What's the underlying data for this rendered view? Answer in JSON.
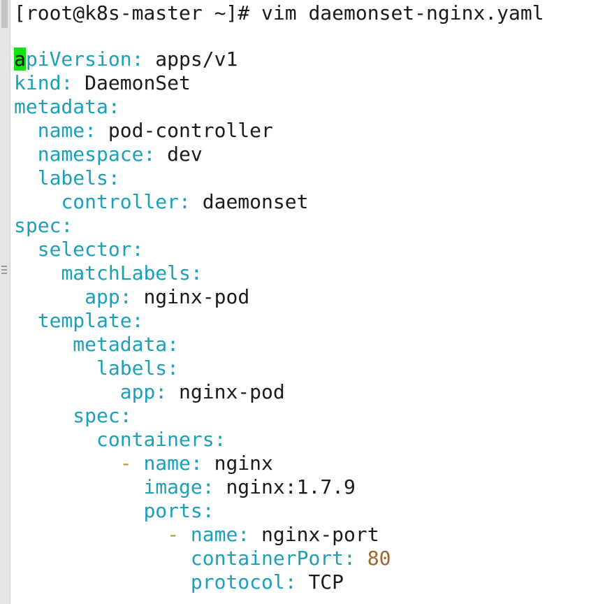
{
  "terminal": {
    "prompt": "[root@k8s-master ~]# ",
    "command": "vim daemonset-nginx.yaml"
  },
  "editor": {
    "cursor_char": "a",
    "lines": [
      {
        "indent": "",
        "dash": "",
        "key": "piVersion",
        "value": "apps/v1",
        "first": true
      },
      {
        "indent": "",
        "dash": "",
        "key": "kind",
        "value": "DaemonSet"
      },
      {
        "indent": "",
        "dash": "",
        "key": "metadata",
        "value": ""
      },
      {
        "indent": "  ",
        "dash": "",
        "key": "name",
        "value": "pod-controller"
      },
      {
        "indent": "  ",
        "dash": "",
        "key": "namespace",
        "value": "dev"
      },
      {
        "indent": "  ",
        "dash": "",
        "key": "labels",
        "value": ""
      },
      {
        "indent": "    ",
        "dash": "",
        "key": "controller",
        "value": "daemonset"
      },
      {
        "indent": "",
        "dash": "",
        "key": "spec",
        "value": ""
      },
      {
        "indent": "  ",
        "dash": "",
        "key": "selector",
        "value": ""
      },
      {
        "indent": "    ",
        "dash": "",
        "key": "matchLabels",
        "value": ""
      },
      {
        "indent": "      ",
        "dash": "",
        "key": "app",
        "value": "nginx-pod"
      },
      {
        "indent": "  ",
        "dash": "",
        "key": "template",
        "value": ""
      },
      {
        "indent": "     ",
        "dash": "",
        "key": "metadata",
        "value": ""
      },
      {
        "indent": "       ",
        "dash": "",
        "key": "labels",
        "value": ""
      },
      {
        "indent": "         ",
        "dash": "",
        "key": "app",
        "value": "nginx-pod"
      },
      {
        "indent": "     ",
        "dash": "",
        "key": "spec",
        "value": ""
      },
      {
        "indent": "       ",
        "dash": "",
        "key": "containers",
        "value": ""
      },
      {
        "indent": "         ",
        "dash": "- ",
        "key": "name",
        "value": "nginx"
      },
      {
        "indent": "           ",
        "dash": "",
        "key": "image",
        "value": "nginx:1.7.9"
      },
      {
        "indent": "           ",
        "dash": "",
        "key": "ports",
        "value": ""
      },
      {
        "indent": "             ",
        "dash": "- ",
        "key": "name",
        "value": "nginx-port"
      },
      {
        "indent": "               ",
        "dash": "",
        "key": "containerPort",
        "value": "80",
        "numeric": true
      },
      {
        "indent": "               ",
        "dash": "",
        "key": "protocol",
        "value": "TCP"
      }
    ]
  },
  "colors": {
    "key": "#1ba0b8",
    "value": "#1a1a1a",
    "number": "#a0632a",
    "dash": "#b09a28",
    "cursor": "#14e014"
  }
}
